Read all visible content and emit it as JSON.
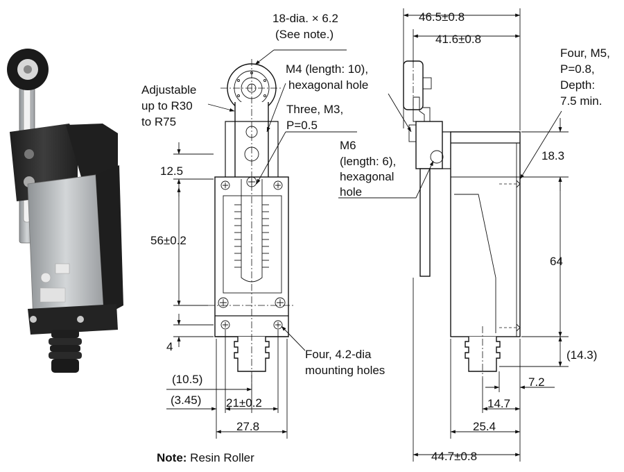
{
  "annotations": {
    "roller": [
      "18-dia. × 6.2",
      "(See note.)"
    ],
    "adjustable": [
      "Adjustable",
      "up to R30",
      "to R75"
    ],
    "m4": [
      "M4 (length: 10),",
      "hexagonal hole"
    ],
    "m3": [
      "Three, M3,",
      "P=0.5"
    ],
    "m6": [
      "M6",
      "(length: 6),",
      "hexagonal",
      "hole"
    ],
    "m5": [
      "Four, M5,",
      "P=0.8,",
      "Depth:",
      "7.5 min."
    ],
    "mounting": [
      "Four, 4.2-dia",
      "mounting holes"
    ]
  },
  "dimensions": {
    "d_46_5": "46.5±0.8",
    "d_41_6": "41.6±0.8",
    "d_18_3": "18.3",
    "d_64": "64",
    "d_14_3": "(14.3)",
    "d_7_2": "7.2",
    "d_14_7": "14.7",
    "d_25_4": "25.4",
    "d_44_7": "44.7±0.8",
    "d_12_5": "12.5",
    "d_56": "56±0.2",
    "d_4": "4",
    "d_10_5": "(10.5)",
    "d_3_45": "(3.45)",
    "d_21": "21±0.2",
    "d_27_8": "27.8"
  },
  "note": {
    "label": "Note:",
    "text": " Resin Roller"
  },
  "colors": {
    "line": "#111111",
    "photo_body": "#b9bcbf",
    "photo_dark": "#2b2b2b"
  }
}
